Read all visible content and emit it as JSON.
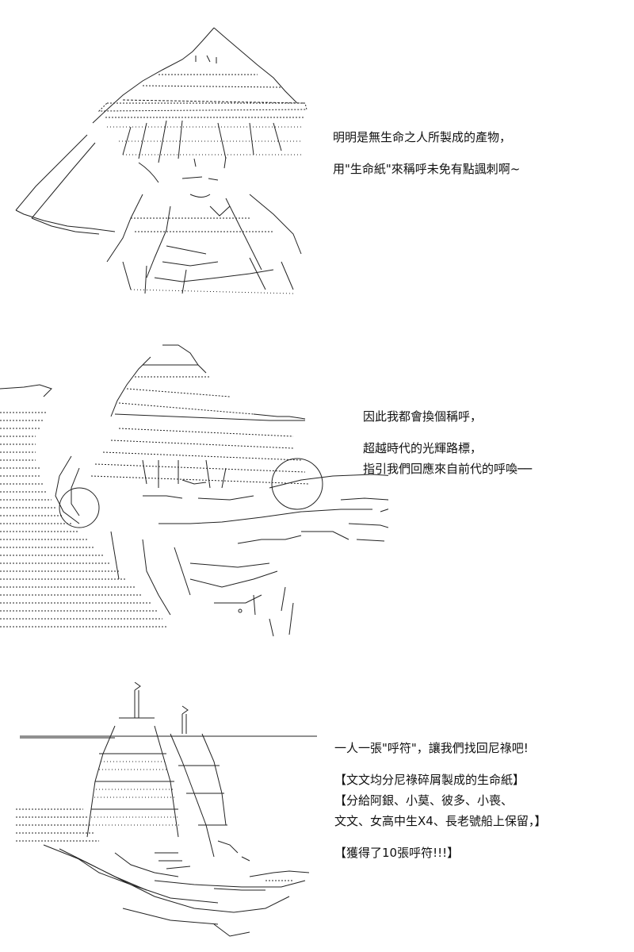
{
  "panels": [
    {
      "caption": [
        "明明是無生命之人所製成的產物，",
        "用\"生命紙\"來稱呼未免有點諷刺啊~"
      ]
    },
    {
      "caption": [
        "因此我都會換個稱呼，",
        "超越時代的光輝路標，",
        "指引我們回應來自前代的呼喚──"
      ]
    },
    {
      "caption": [
        "一人一張\"呼符\"，讓我們找回尼祿吧!",
        "【文文均分尼祿碎屑製成的生命紙】",
        "【分給阿銀、小莫、彼多、小喪、",
        "文文、女高中生X4、長老號船上保留，】",
        "【獲得了10張呼符!!!】"
      ]
    }
  ],
  "icons": {
    "panel1_art": "saluting-girl-ascii-art",
    "panel2_art": "pointing-girl-ascii-art",
    "panel3_art": "sailing-ship-ascii-art"
  }
}
